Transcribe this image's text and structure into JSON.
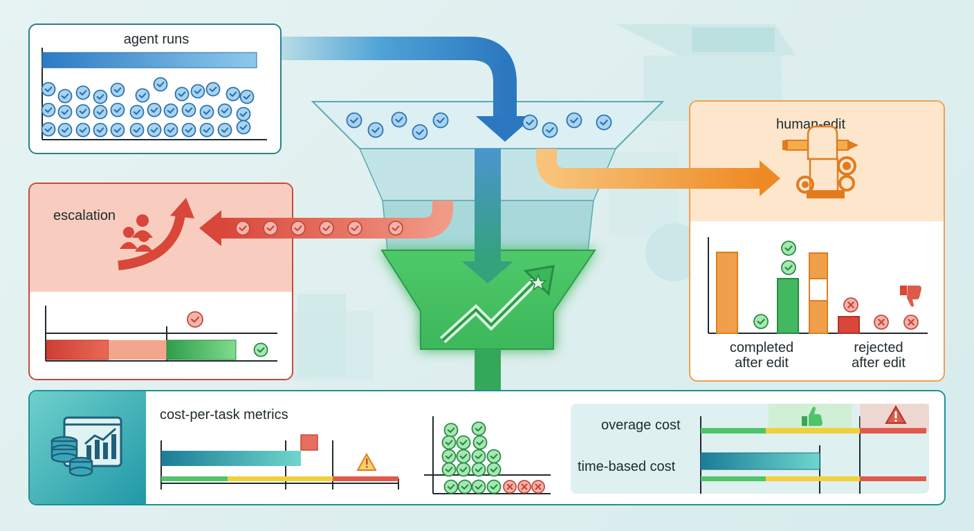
{
  "panels": {
    "agent_runs": {
      "title": "agent runs"
    },
    "escalation": {
      "title": "escalation"
    },
    "human_edit": {
      "title": "human-edit",
      "bar_label_completed": "completed after edit",
      "bar_label_rejected": "rejected after edit"
    },
    "metrics": {
      "title": "cost-per-task metrics",
      "overage_label": "overage cost",
      "time_label": "time-based cost"
    }
  },
  "icons": {
    "check": "check-circle-icon",
    "cross": "x-circle-icon",
    "warning": "warning-icon",
    "thumbs_up": "thumbs-up-icon",
    "thumbs_down": "thumbs-down-icon",
    "people": "people-icon",
    "hand_pencil": "hand-pencil-icon",
    "gear": "gear-icon",
    "database_chart": "database-chart-icon",
    "star": "star-icon"
  },
  "colors": {
    "blue": "#2f7fc5",
    "orange": "#f08c2a",
    "red": "#d9463a",
    "green": "#35b455",
    "teal": "#1f8f98",
    "yellow": "#f2d03b"
  }
}
